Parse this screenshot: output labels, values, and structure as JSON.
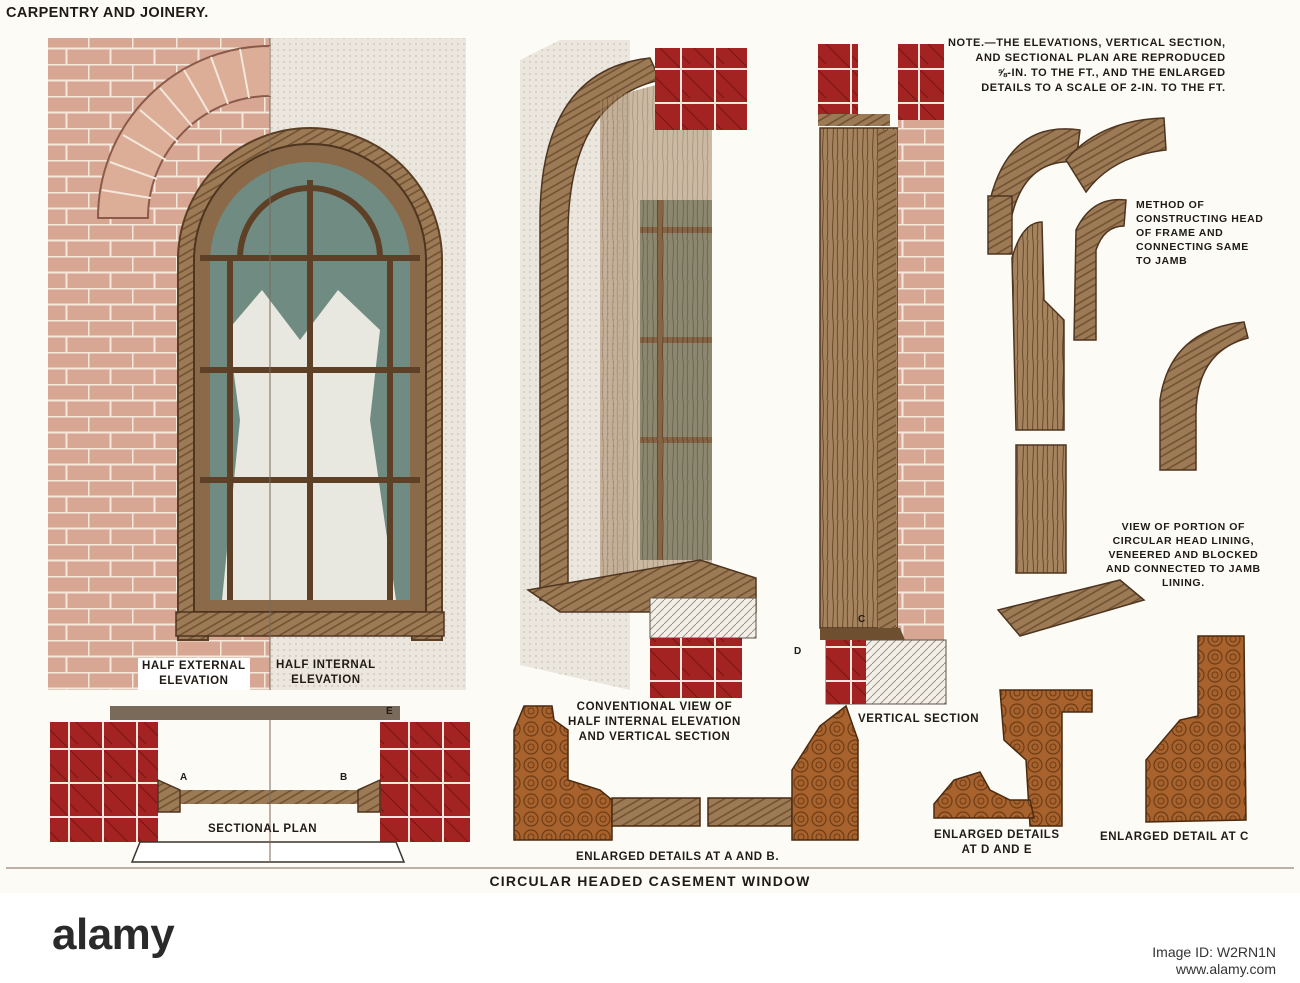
{
  "header": "Carpentry and Joinery.",
  "note": [
    "Note.—The Elevations, Vertical Section,",
    "and Sectional Plan are reproduced",
    "⅝-in. to the Ft., and the Enlarged",
    "Details to a Scale of 2-in. to the Ft."
  ],
  "labels": {
    "half_external": [
      "Half External",
      "Elevation"
    ],
    "half_internal": [
      "Half Internal",
      "Elevation"
    ],
    "conventional_view": [
      "Conventional View of",
      "Half Internal Elevation",
      "and Vertical Section"
    ],
    "vertical_section": "Vertical Section",
    "sectional_plan": "Sectional Plan",
    "details_ab": "Enlarged Details at A and B.",
    "details_de": [
      "Enlarged Details",
      "at D and E"
    ],
    "detail_c": "Enlarged Detail at C",
    "method": [
      "Method of",
      "Constructing Head",
      "of Frame and",
      "Connecting same",
      "to Jamb"
    ],
    "view_portion": [
      "View of Portion of",
      "Circular Head Lining,",
      "Veneered and Blocked",
      "and connected to Jamb",
      "Lining."
    ],
    "letters": {
      "a": "A",
      "b": "B",
      "c": "C",
      "d": "D",
      "e": "E"
    }
  },
  "caption": "Circular Headed Casement Window",
  "watermark": {
    "brand": "alamy",
    "image_id": "Image ID: W2RN1N",
    "site": "www.alamy.com"
  },
  "colors": {
    "paper": "#fdfbf5",
    "brick_pink": "#d8a794",
    "brick_red": "#a32222",
    "wood": "#9c7a56",
    "wood_dark": "#6e4f30",
    "end_grain": "#a8622e",
    "glass": "#6f8b82",
    "ink": "#1f1a14"
  }
}
